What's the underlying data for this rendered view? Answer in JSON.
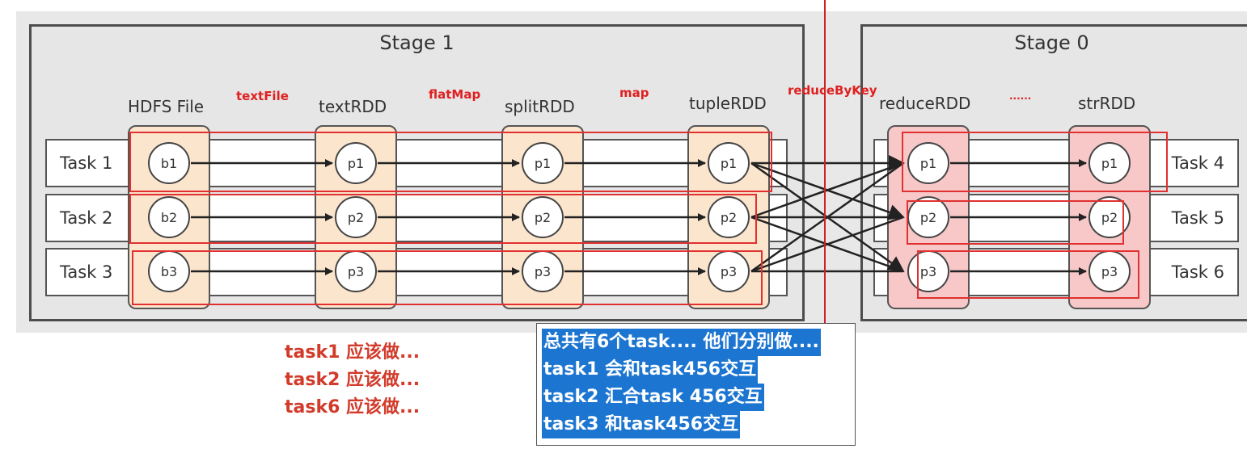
{
  "stages": [
    {
      "title": "Stage 1"
    },
    {
      "title": "Stage 0"
    }
  ],
  "tasks_left": [
    "Task 1",
    "Task 2",
    "Task 3"
  ],
  "tasks_right": [
    "Task 4",
    "Task 5",
    "Task 6"
  ],
  "rdd_labels": [
    "HDFS File",
    "textRDD",
    "splitRDD",
    "tupleRDD",
    "reduceRDD",
    "strRDD"
  ],
  "operations": [
    "textFile",
    "flatMap",
    "map",
    "reduceByKey",
    "......"
  ],
  "nodes": {
    "hdfs": [
      "b1",
      "b2",
      "b3"
    ],
    "text": [
      "p1",
      "p2",
      "p3"
    ],
    "split": [
      "p1",
      "p2",
      "p3"
    ],
    "tuple": [
      "p1",
      "p2",
      "p3"
    ],
    "reduce": [
      "p1",
      "p2",
      "p3"
    ],
    "str": [
      "p1",
      "p2",
      "p3"
    ]
  },
  "notes": [
    "task1 应该做...",
    "task2 应该做...",
    "task6 应该做..."
  ],
  "popup": [
    "总共有6个task.... 他们分别做....",
    "task1 会和task456交互",
    "task2 汇合task 456交互",
    "task3 和task456交互"
  ],
  "colors": {
    "accent_red": "#e02020",
    "highlight_blue": "#1c75d0",
    "stage1_fill": "#fce5cd",
    "stage0_fill": "#f8c8c8"
  }
}
